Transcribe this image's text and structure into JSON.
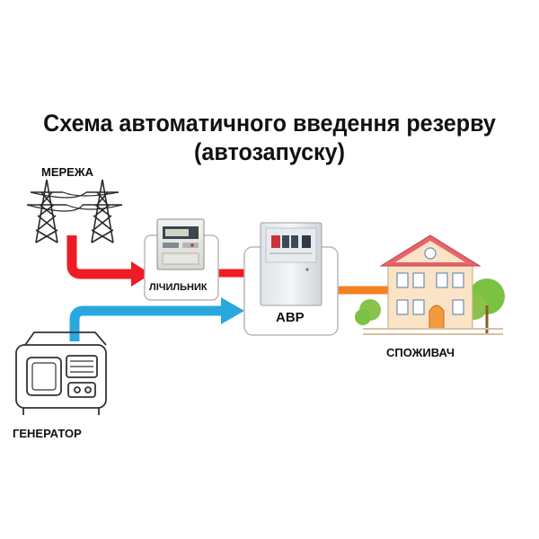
{
  "title": {
    "line1": "Схема автоматичного введення резерву",
    "line2": "(автозапуску)"
  },
  "nodes": {
    "grid": "МЕРЕЖА",
    "meter": "ЛІЧИЛЬНИК",
    "ats": "АВР",
    "consumer": "СПОЖИВАЧ",
    "generator": "ГЕНЕРАТОР"
  },
  "colors": {
    "grid_line": "#ee1c25",
    "generator_line": "#29a8e0",
    "consumer_line": "#f58220",
    "box_border": "#b8b8b8",
    "house_wall": "#fbe3c6",
    "house_roof": "#e8636a",
    "door": "#f39a3c",
    "tree": "#7cc242"
  },
  "icons": {
    "grid": "power-tower-icon",
    "meter": "electric-meter-icon",
    "ats": "switch-cabinet-icon",
    "consumer": "house-icon",
    "generator": "generator-icon"
  }
}
